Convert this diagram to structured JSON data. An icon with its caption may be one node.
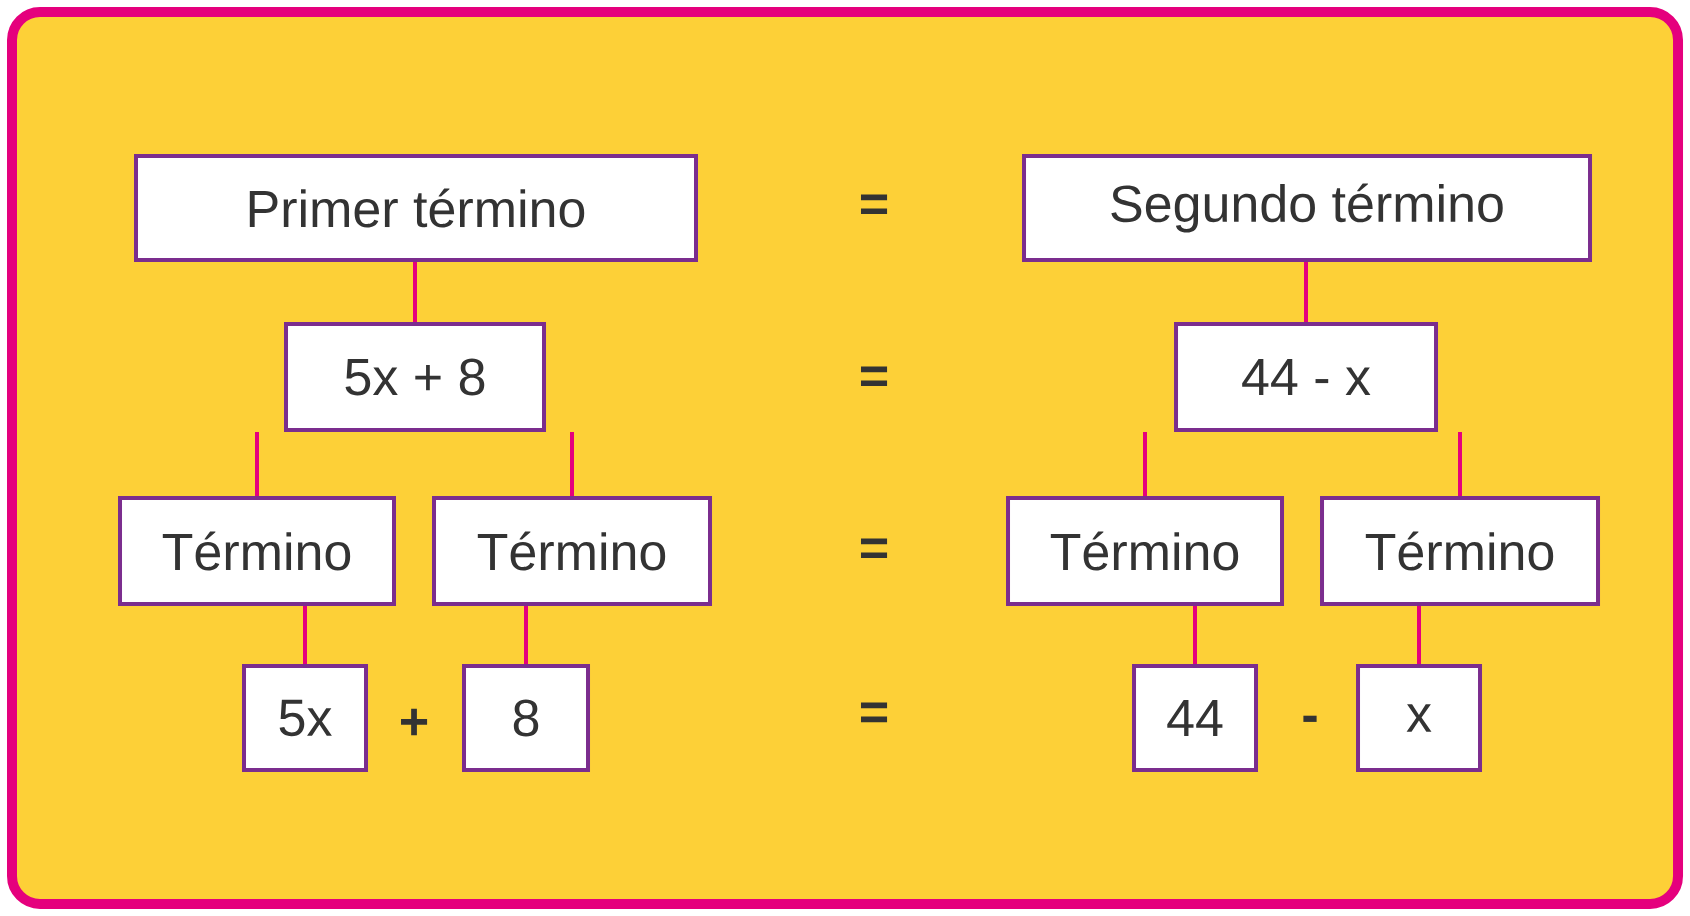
{
  "diagram": {
    "nodes": [
      {
        "text": [
          "Primer término"
        ]
      },
      {
        "text": [
          "Segundo término"
        ]
      },
      {
        "text": [
          "5x + 8"
        ]
      },
      {
        "text": [
          "44 - x"
        ]
      },
      {
        "text": [
          "Término"
        ]
      },
      {
        "text": [
          "Término"
        ]
      },
      {
        "text": [
          "Término"
        ]
      },
      {
        "text": [
          "Término"
        ]
      },
      {
        "text": [
          "5x"
        ]
      },
      {
        "text": [
          "8"
        ]
      },
      {
        "text": [
          "44"
        ]
      },
      {
        "text": [
          "x"
        ]
      }
    ],
    "edges": [
      {
        "from": 0,
        "to": 2,
        "arrow": "none"
      },
      {
        "from": 2,
        "to": 4,
        "arrow": "none"
      },
      {
        "from": 2,
        "to": 5,
        "arrow": "none"
      },
      {
        "from": 1,
        "to": 3,
        "arrow": "none"
      },
      {
        "from": 3,
        "to": 6,
        "arrow": "none"
      },
      {
        "from": 3,
        "to": 7,
        "arrow": "none"
      },
      {
        "from": 4,
        "to": 8,
        "arrow": "none"
      },
      {
        "from": 5,
        "to": 9,
        "arrow": "none"
      },
      {
        "from": 6,
        "to": 10,
        "arrow": "none"
      },
      {
        "from": 7,
        "to": 11,
        "arrow": "none"
      }
    ],
    "labels": [
      "=",
      "=",
      "=",
      "+",
      "=",
      "-"
    ]
  }
}
